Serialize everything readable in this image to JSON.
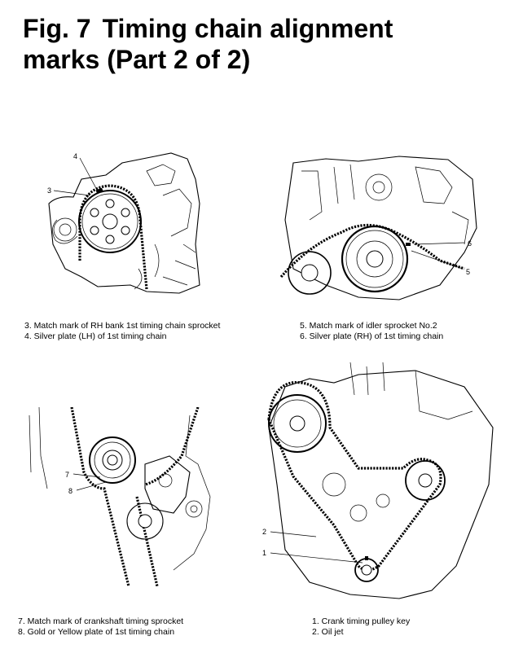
{
  "figure": {
    "number": "Fig. 7",
    "title_line1": "Timing chain alignment",
    "title_line2": "marks (Part 2 of 2)"
  },
  "panels": [
    {
      "callouts": [
        "3",
        "4"
      ],
      "captions": [
        "3.  Match mark of RH bank 1st timing chain sprocket",
        "4.  Silver plate (LH) of 1st timing chain"
      ]
    },
    {
      "callouts": [
        "6",
        "5"
      ],
      "captions": [
        "5.  Match mark of idler sprocket No.2",
        "6.  Silver plate (RH) of 1st timing chain"
      ]
    },
    {
      "callouts": [
        "7",
        "8"
      ],
      "captions": [
        "7.  Match mark of crankshaft timing sprocket",
        "8.  Gold or Yellow plate of 1st timing chain"
      ]
    },
    {
      "callouts": [
        "2",
        "1"
      ],
      "captions": [
        "1.  Crank timing pulley key",
        "2.  Oil jet"
      ]
    }
  ]
}
